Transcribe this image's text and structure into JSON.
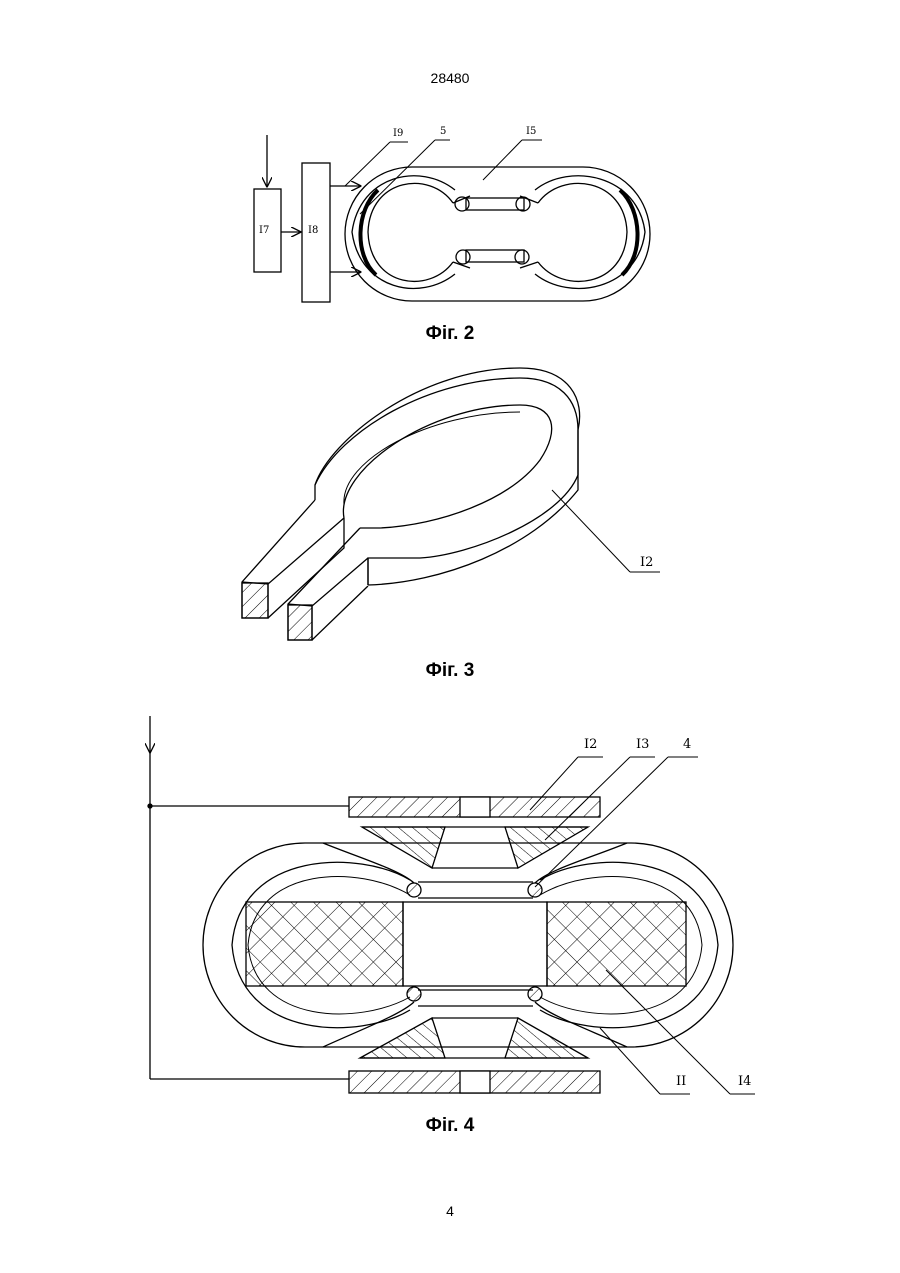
{
  "document": {
    "number": "28480",
    "page": "4"
  },
  "figures": {
    "fig2": {
      "caption": "Фіг. 2",
      "labels": {
        "block_a": "I7",
        "block_b": "I8",
        "ref_19": "I9",
        "ref_5": "5",
        "ref_15": "I5"
      }
    },
    "fig3": {
      "caption": "Фіг. 3",
      "labels": {
        "ref_12": "I2"
      }
    },
    "fig4": {
      "caption": "Фіг. 4",
      "labels": {
        "ref_12": "I2",
        "ref_13": "I3",
        "ref_4": "4",
        "ref_11": "II",
        "ref_14": "I4"
      }
    }
  }
}
